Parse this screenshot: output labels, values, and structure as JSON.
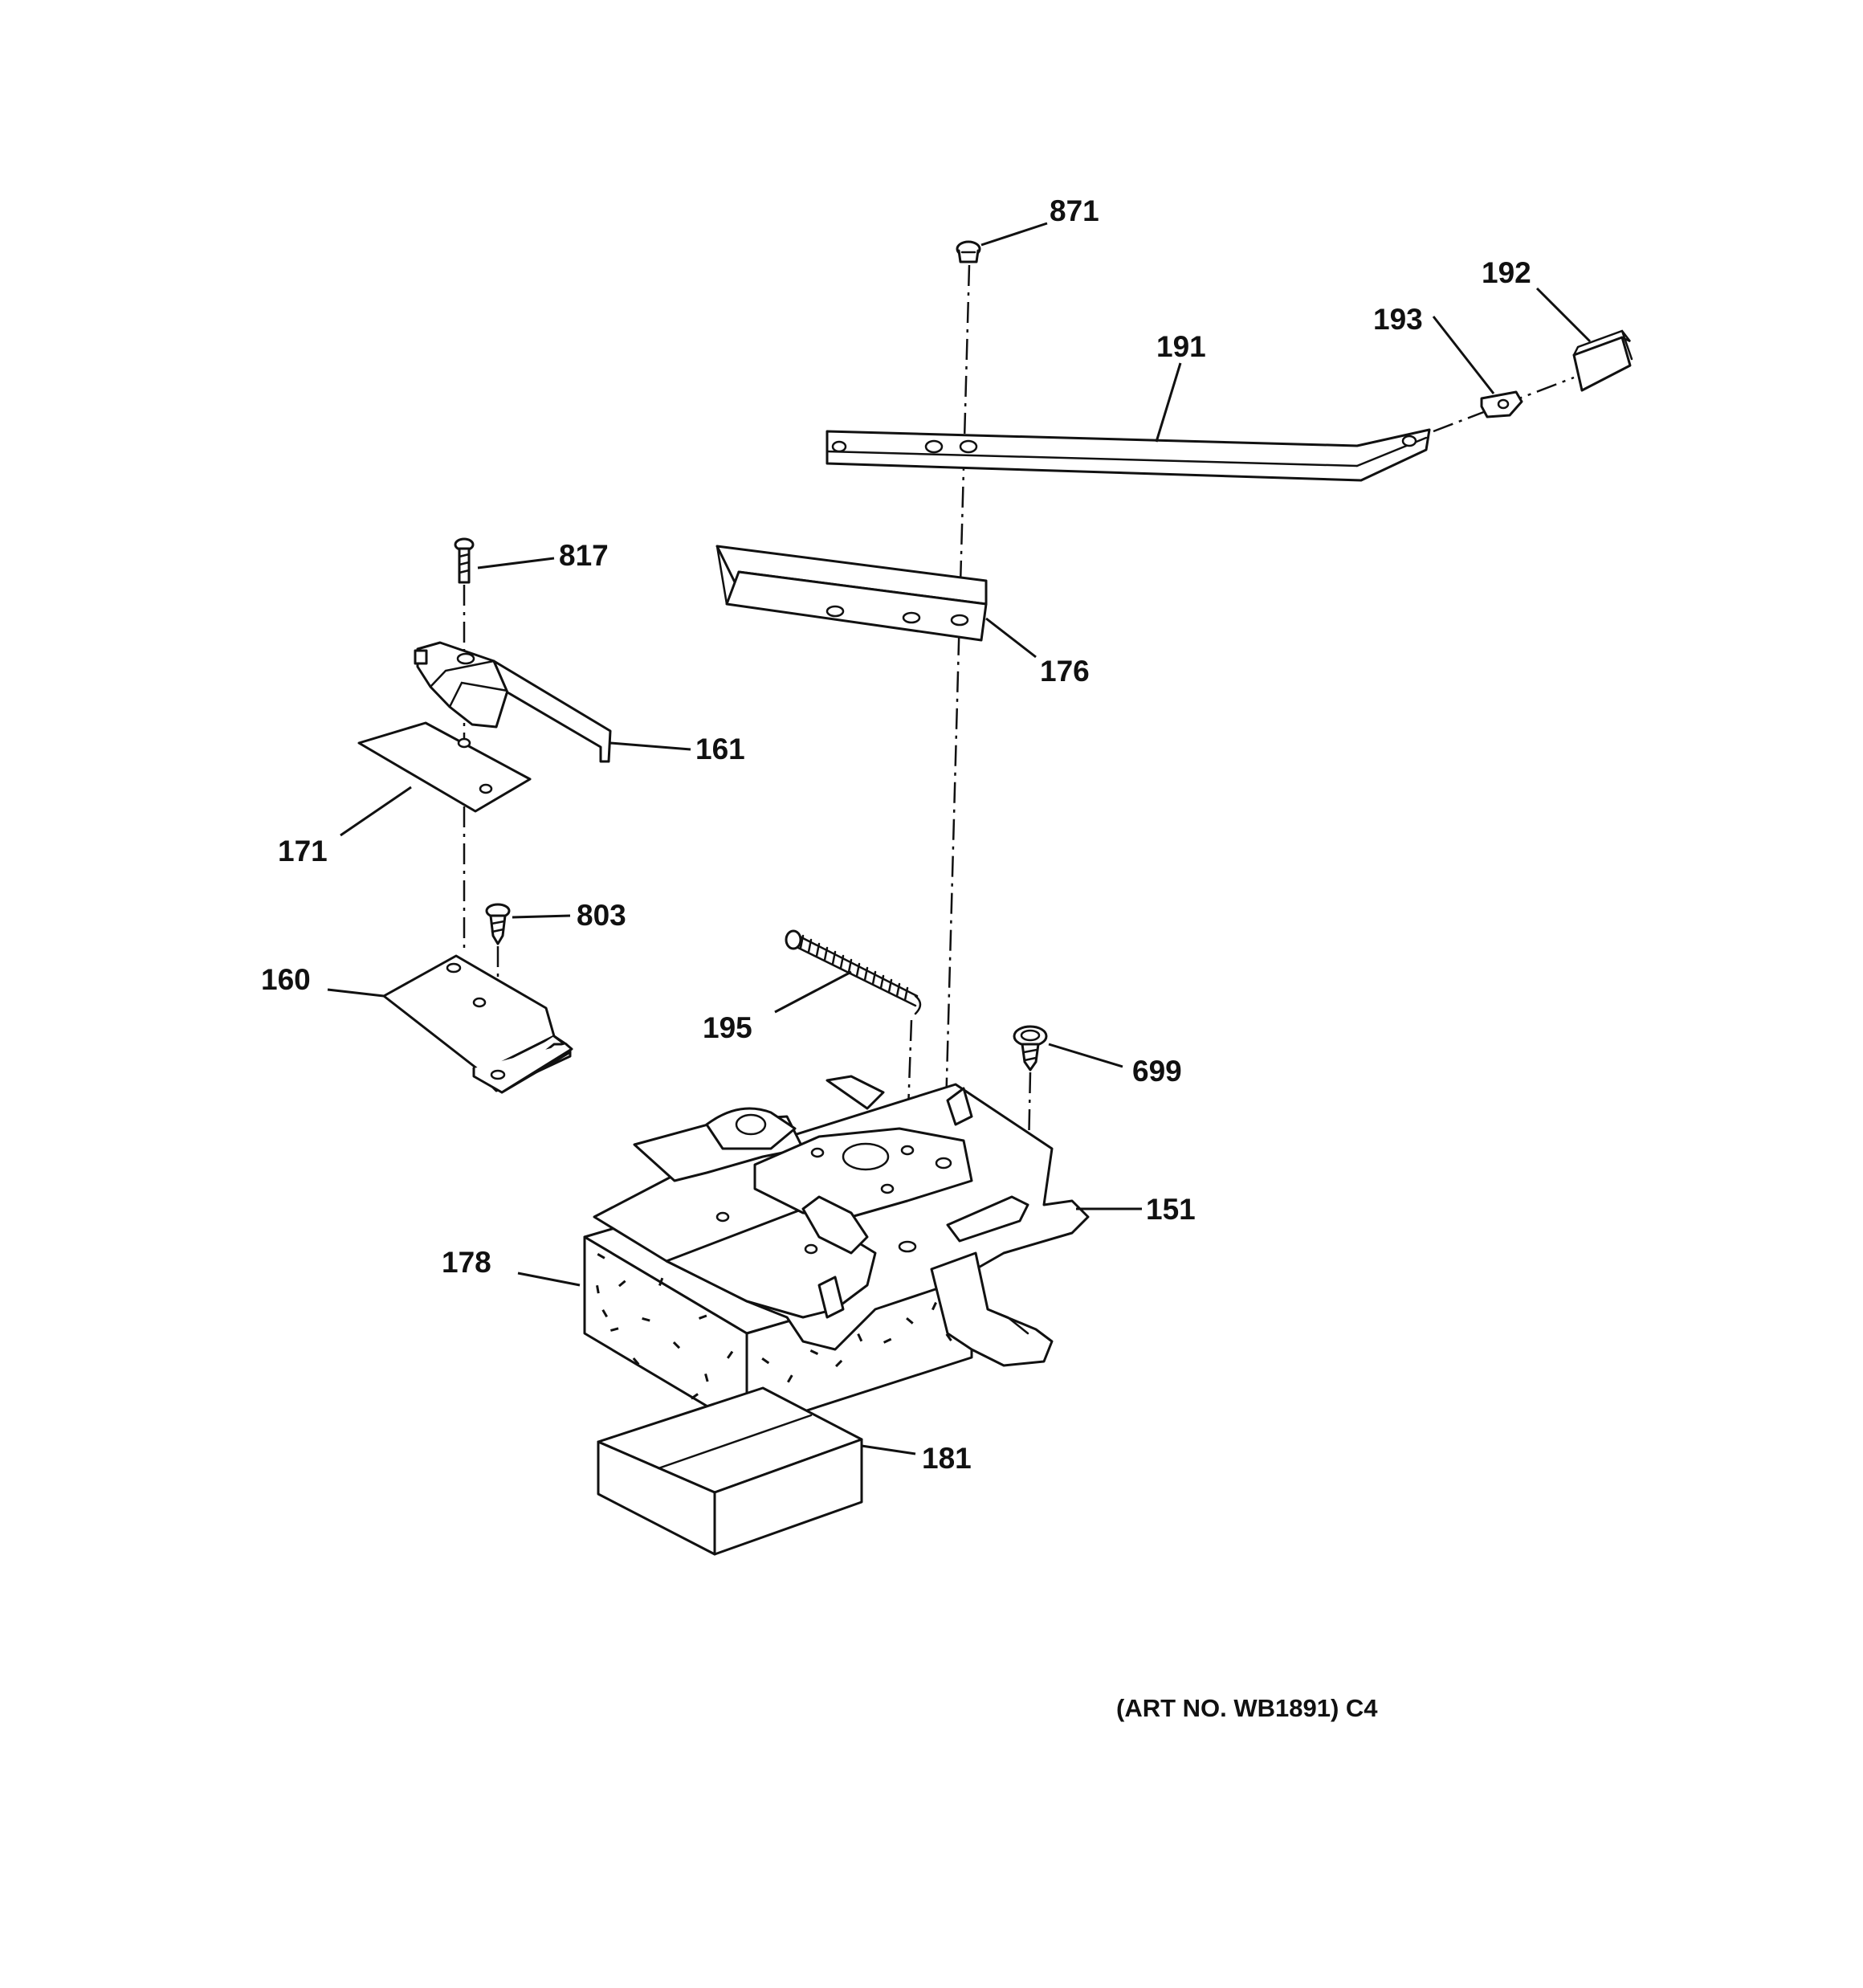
{
  "labels": {
    "p871": "871",
    "p192": "192",
    "p193": "193",
    "p191": "191",
    "p817": "817",
    "p176": "176",
    "p161": "161",
    "p171": "171",
    "p803": "803",
    "p160": "160",
    "p195": "195",
    "p699": "699",
    "p151": "151",
    "p178": "178",
    "p181": "181"
  },
  "art_number": "(ART NO. WB1891) C4"
}
